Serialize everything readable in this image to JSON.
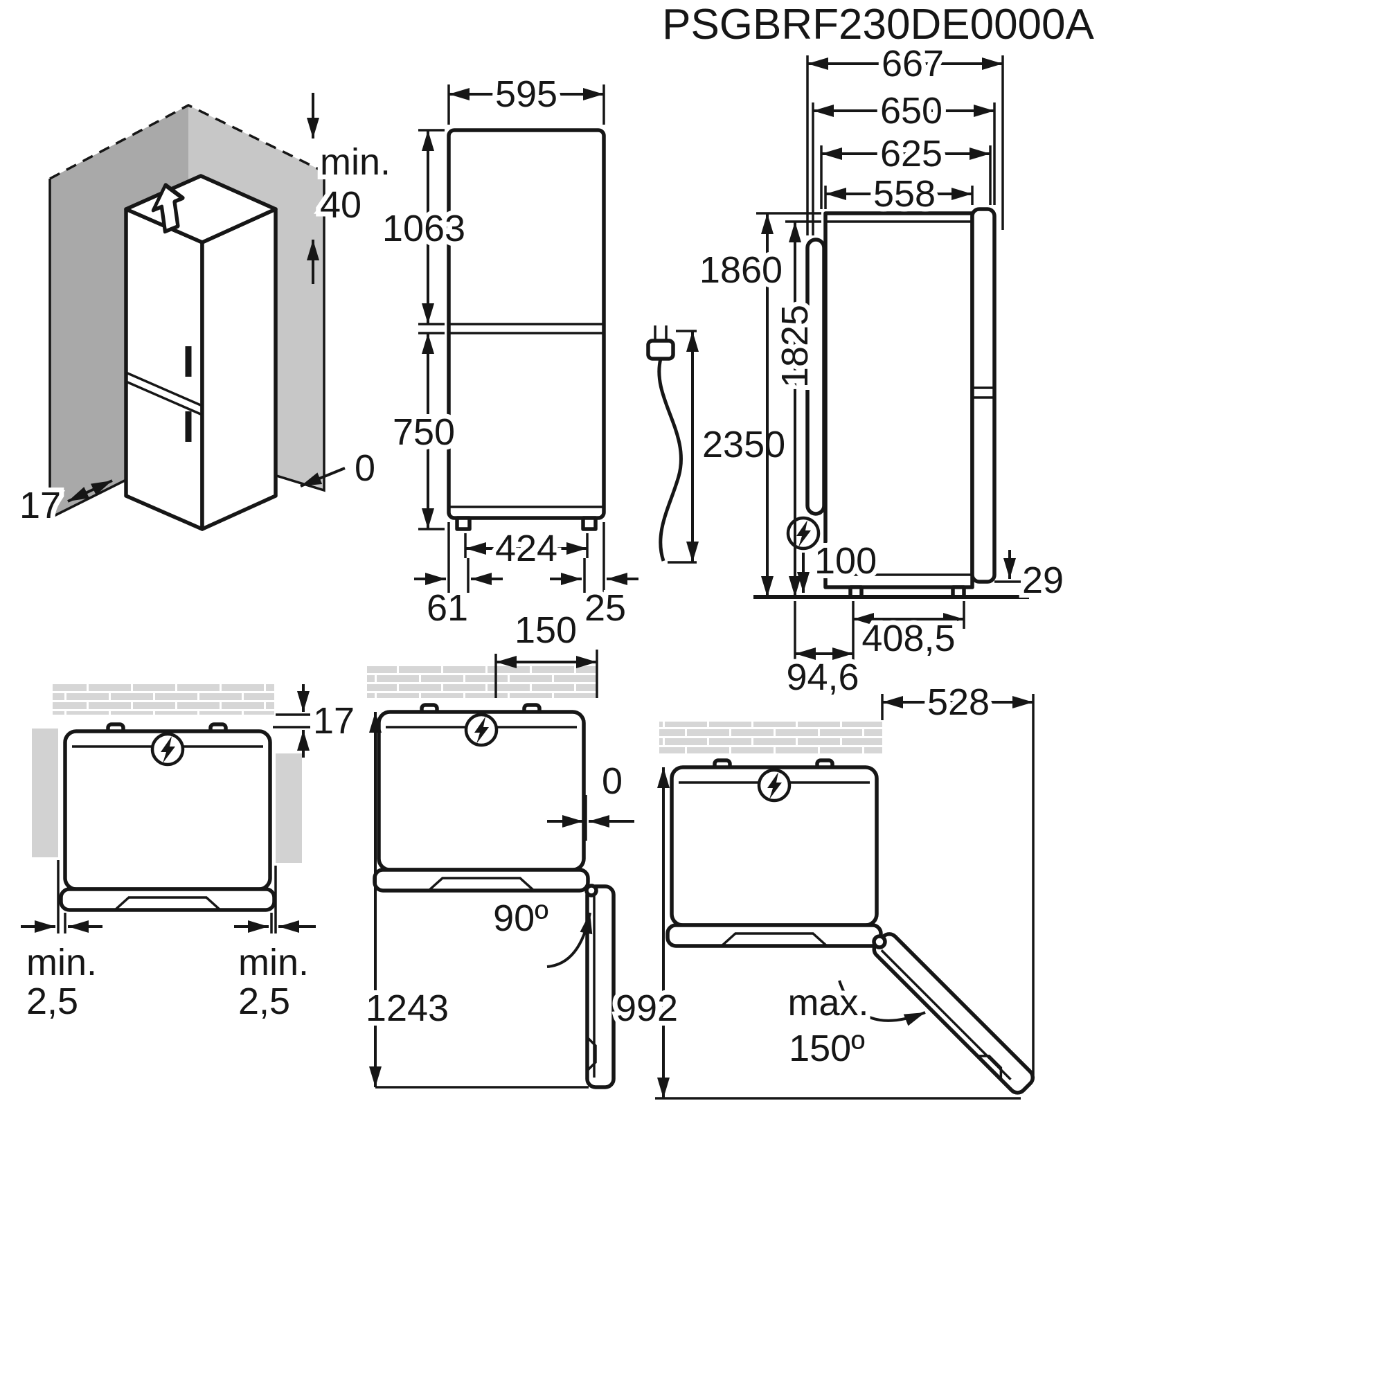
{
  "title": "PSGBRF230DE0000A",
  "colors": {
    "line": "#161616",
    "wall_dark": "#a9a9a9",
    "wall_light": "#c7c7c7",
    "side_wall": "#d2d2d2",
    "brick": "#d6d6d6"
  },
  "isometric_view": {
    "top_clearance_label": "min.",
    "top_clearance_value": "40",
    "side_gap": "17",
    "rear_gap": "0"
  },
  "front_view": {
    "width": "595",
    "upper_height": "1063",
    "lower_height": "750",
    "feet_span": "424",
    "left_foot_offset": "61",
    "right_foot_offset": "25"
  },
  "power_cord": {
    "length": "2350"
  },
  "side_view": {
    "depth_overall": "667",
    "depth_with_door": "650",
    "depth_without_door": "625",
    "depth_cabinet": "558",
    "height_overall": "1860",
    "height_cabinet": "1825",
    "socket_height": "100",
    "feet_span": "408,5",
    "rear_foot_offset": "94,6",
    "base_gap": "29"
  },
  "top_view_closed": {
    "rear_gap": "17",
    "left_clearance_label": "min.",
    "left_clearance_value": "2,5",
    "right_clearance_label": "min.",
    "right_clearance_value": "2,5"
  },
  "top_view_door_90": {
    "hinge_wall_offset": "150",
    "side_gap": "0",
    "door_angle": "90º",
    "depth_door_open": "1243"
  },
  "top_view_door_150": {
    "door_swing_width": "528",
    "depth_door_open": "992",
    "max_label": "max.",
    "max_angle": "150º"
  }
}
